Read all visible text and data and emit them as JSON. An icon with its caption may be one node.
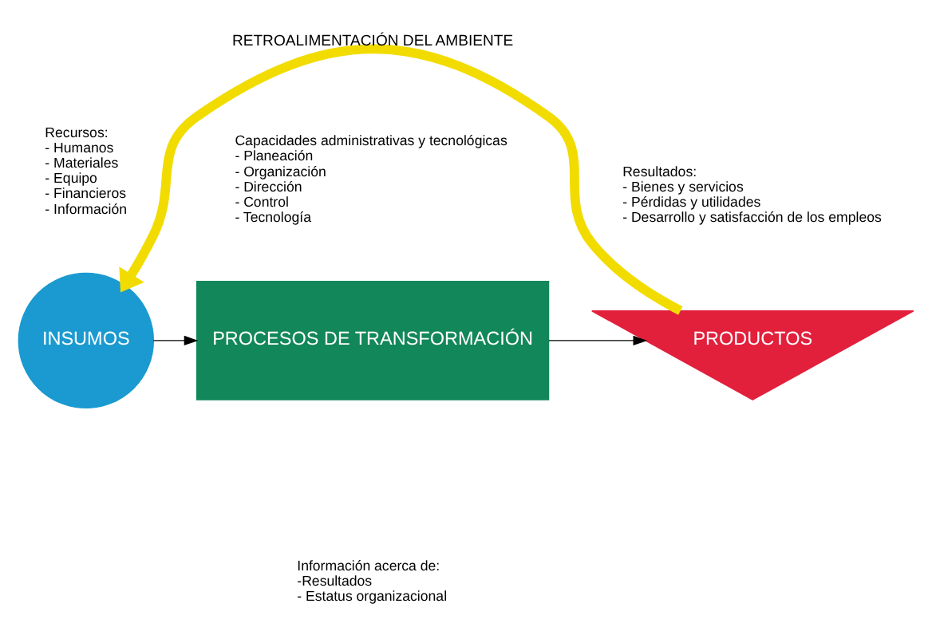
{
  "diagram": {
    "nodes": [
      {
        "text": [
          "INSUMOS"
        ],
        "beside": [
          "Recursos:",
          "- Humanos",
          "- Materiales",
          "- Equipo",
          "- Financieros",
          "- Información"
        ]
      },
      {
        "text": [
          "PROCESOS DE TRANSFORMACIÓN"
        ],
        "beside": [
          "Capacidades administrativas y tecnológicas",
          "- Planeación",
          "- Organización",
          "- Dirección",
          "- Control",
          "- Tecnología"
        ]
      },
      {
        "text": [
          "PRODUCTOS"
        ],
        "beside": [
          "Resultados:",
          "- Bienes y servicios",
          "- Pérdidas y utilidades",
          "- Desarrollo y satisfacción de los empleos"
        ]
      }
    ],
    "edges": [
      {
        "from": 0,
        "to": 1,
        "arrow": "to"
      },
      {
        "from": 1,
        "to": 2,
        "arrow": "to"
      },
      {
        "from": 2,
        "to": 0,
        "arrow": "to",
        "label": "RETROALIMENTACIÓN DEL AMBIENTE",
        "style": "thick",
        "color": "#f2dc00"
      }
    ],
    "labels": [
      "Información acerca de:",
      "-Resultados",
      "- Estatus organizacional"
    ]
  }
}
